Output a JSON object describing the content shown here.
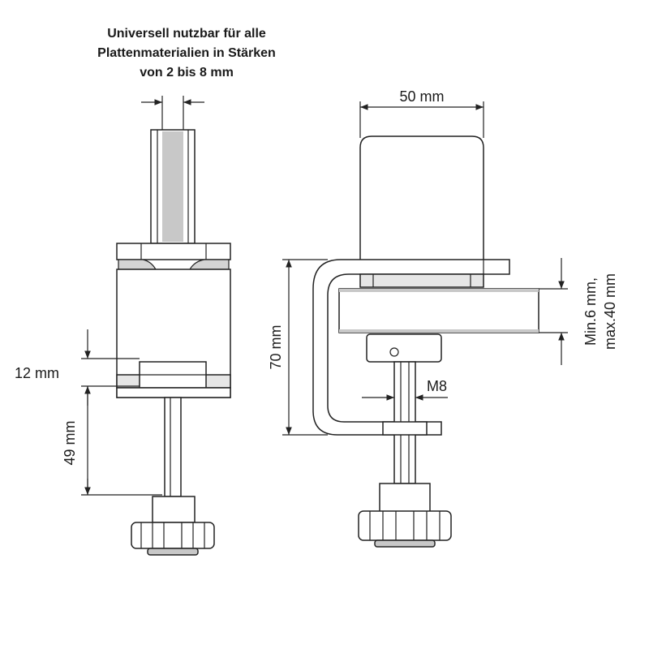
{
  "title": {
    "line1": "Universell nutzbar für alle",
    "line2": "Plattenmaterialien in Stärken",
    "line3": "von 2 bis 8 mm"
  },
  "dimensions": {
    "width_top": "50 mm",
    "height_clamp": "70 mm",
    "gap_range_line1": "Min.6 mm,",
    "gap_range_line2": "max.40 mm",
    "thread": "M8",
    "slot_height": "12 mm",
    "screw_length": "49 mm"
  }
}
